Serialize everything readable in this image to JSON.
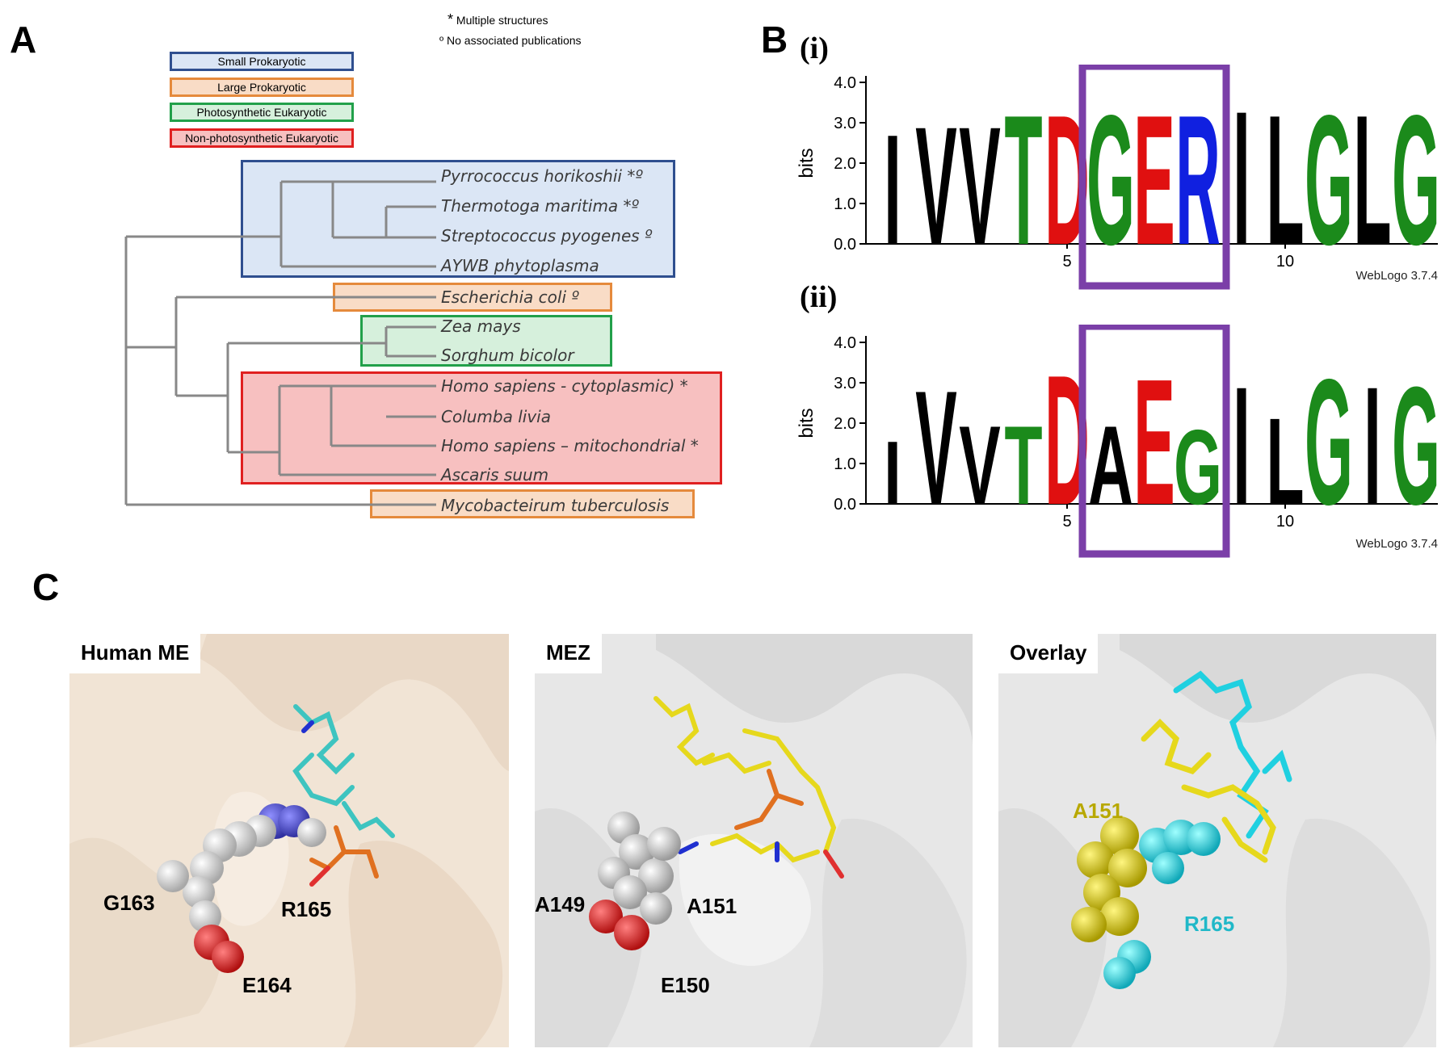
{
  "panel_a": {
    "letter": "A",
    "notes": {
      "multiple": {
        "symbol": "*",
        "text": "Multiple structures"
      },
      "nopub": {
        "symbol": "º",
        "text": "No associated publications"
      }
    },
    "legend": [
      {
        "label": "Small Prokaryotic",
        "border": "#2f4f8f",
        "fill": "#dbe6f5"
      },
      {
        "label": "Large Prokaryotic",
        "border": "#e58a3c",
        "fill": "#f9dcc6"
      },
      {
        "label": "Photosynthetic Eukaryotic",
        "border": "#22a04a",
        "fill": "#d6f0dc"
      },
      {
        "label": "Non-photosynthetic Eukaryotic",
        "border": "#e02020",
        "fill": "#f7c0c0"
      }
    ],
    "species": [
      "Pyrrococcus horikoshii *º",
      "Thermotoga maritima *º",
      "Streptococcus pyogenes º",
      "AYWB phytoplasma",
      "Escherichia coli º",
      "Zea mays",
      "Sorghum bicolor",
      "Homo sapiens - cytoplasmic) *",
      "Columba livia",
      "Homo sapiens – mitochondrial *",
      "Ascaris suum",
      "Mycobacteirum tuberculosis"
    ]
  },
  "panel_b": {
    "letter": "B",
    "logos": [
      {
        "sub": "(i)",
        "ylabel": "bits",
        "yticks": [
          "4.0",
          "3.0",
          "2.0",
          "1.0",
          "0.0"
        ],
        "xticks": [
          "5",
          "10"
        ],
        "credit": "WebLogo 3.7.4",
        "letters": [
          {
            "c": "I",
            "bits": 2.8,
            "color": "#000000"
          },
          {
            "c": "V",
            "bits": 3.0,
            "color": "#000000"
          },
          {
            "c": "V",
            "bits": 3.0,
            "color": "#000000"
          },
          {
            "c": "T",
            "bits": 3.3,
            "color": "#1b8a1b"
          },
          {
            "c": "D",
            "bits": 3.3,
            "color": "#e01010"
          },
          {
            "c": "G",
            "bits": 3.3,
            "color": "#1b8a1b"
          },
          {
            "c": "E",
            "bits": 3.3,
            "color": "#e01010"
          },
          {
            "c": "R",
            "bits": 3.3,
            "color": "#1020e0"
          },
          {
            "c": "I",
            "bits": 3.4,
            "color": "#000000"
          },
          {
            "c": "L",
            "bits": 3.3,
            "color": "#000000"
          },
          {
            "c": "G",
            "bits": 3.3,
            "color": "#1b8a1b"
          },
          {
            "c": "L",
            "bits": 3.3,
            "color": "#000000"
          },
          {
            "c": "G",
            "bits": 3.3,
            "color": "#1b8a1b"
          }
        ]
      },
      {
        "sub": "(ii)",
        "ylabel": "bits",
        "yticks": [
          "4.0",
          "3.0",
          "2.0",
          "1.0",
          "0.0"
        ],
        "xticks": [
          "5",
          "10"
        ],
        "credit": "WebLogo 3.7.4",
        "letters": [
          {
            "c": "I",
            "bits": 1.6,
            "color": "#000000"
          },
          {
            "c": "V",
            "bits": 2.9,
            "color": "#000000"
          },
          {
            "c": "V",
            "bits": 2.0,
            "color": "#000000"
          },
          {
            "c": "T",
            "bits": 2.0,
            "color": "#1b8a1b"
          },
          {
            "c": "D",
            "bits": 3.3,
            "color": "#e01010"
          },
          {
            "c": "A",
            "bits": 2.0,
            "color": "#000000"
          },
          {
            "c": "E",
            "bits": 3.2,
            "color": "#e01010"
          },
          {
            "c": "G",
            "bits": 1.9,
            "color": "#1b8a1b"
          },
          {
            "c": "I",
            "bits": 3.0,
            "color": "#000000"
          },
          {
            "c": "L",
            "bits": 2.2,
            "color": "#000000"
          },
          {
            "c": "G",
            "bits": 3.2,
            "color": "#1b8a1b"
          },
          {
            "c": "I",
            "bits": 3.0,
            "color": "#000000"
          },
          {
            "c": "G",
            "bits": 3.0,
            "color": "#1b8a1b"
          }
        ]
      }
    ],
    "highlight_color": "#7b3fa8"
  },
  "panel_c": {
    "letter": "C",
    "panels": [
      {
        "title": "Human ME",
        "labels": [
          "G163",
          "R165",
          "E164"
        ]
      },
      {
        "title": "MEZ",
        "labels": [
          "A149",
          "A151",
          "E150"
        ]
      },
      {
        "title": "Overlay",
        "labels": [
          "A151",
          "R165"
        ]
      }
    ],
    "label_colors": {
      "overlay_a151": "#b8a800",
      "overlay_r165": "#20b8c8"
    }
  }
}
